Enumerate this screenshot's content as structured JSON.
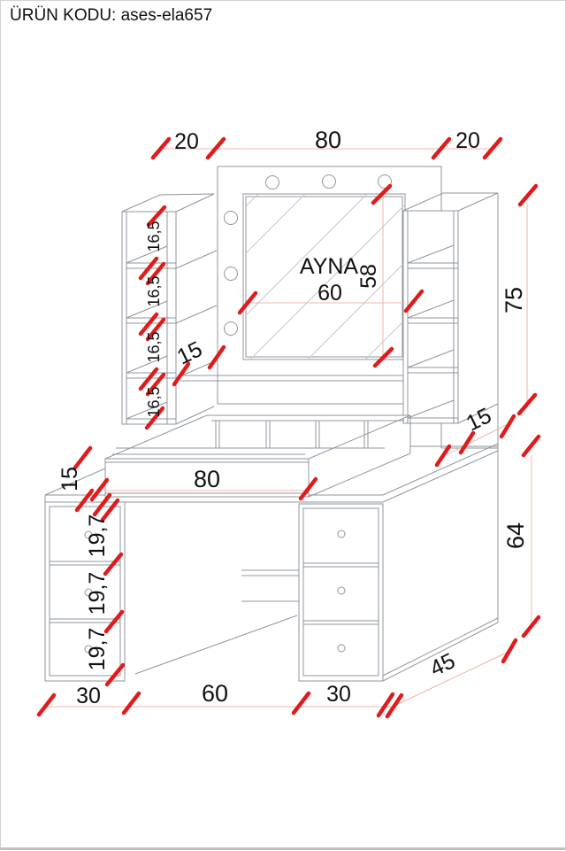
{
  "title": "ÜRÜN KODU: ases-ela657",
  "colors": {
    "outline": "#8f969c",
    "tick_red": "#e01b1b",
    "dimension_line_pink": "#f0b4ae",
    "text": "#111111",
    "background": "#ffffff"
  },
  "labels": {
    "top_left_width": "20",
    "top_center_width": "80",
    "top_right_width": "20",
    "shelf_heights": [
      "16,5",
      "16,5",
      "16,5",
      "16,5"
    ],
    "left_shelf_depth": "15",
    "mirror_name": "AYNA",
    "mirror_width": "60",
    "mirror_height": "58",
    "upper_total_height": "75",
    "upper_right_depth": "15",
    "tray_width": "80",
    "tray_height": "15",
    "drawer_heights": [
      "19,7",
      "19,7",
      "19,7"
    ],
    "desk_height": "64",
    "bottom_left_width": "30",
    "bottom_center_width": "60",
    "bottom_right_width": "30",
    "desk_depth": "45"
  }
}
